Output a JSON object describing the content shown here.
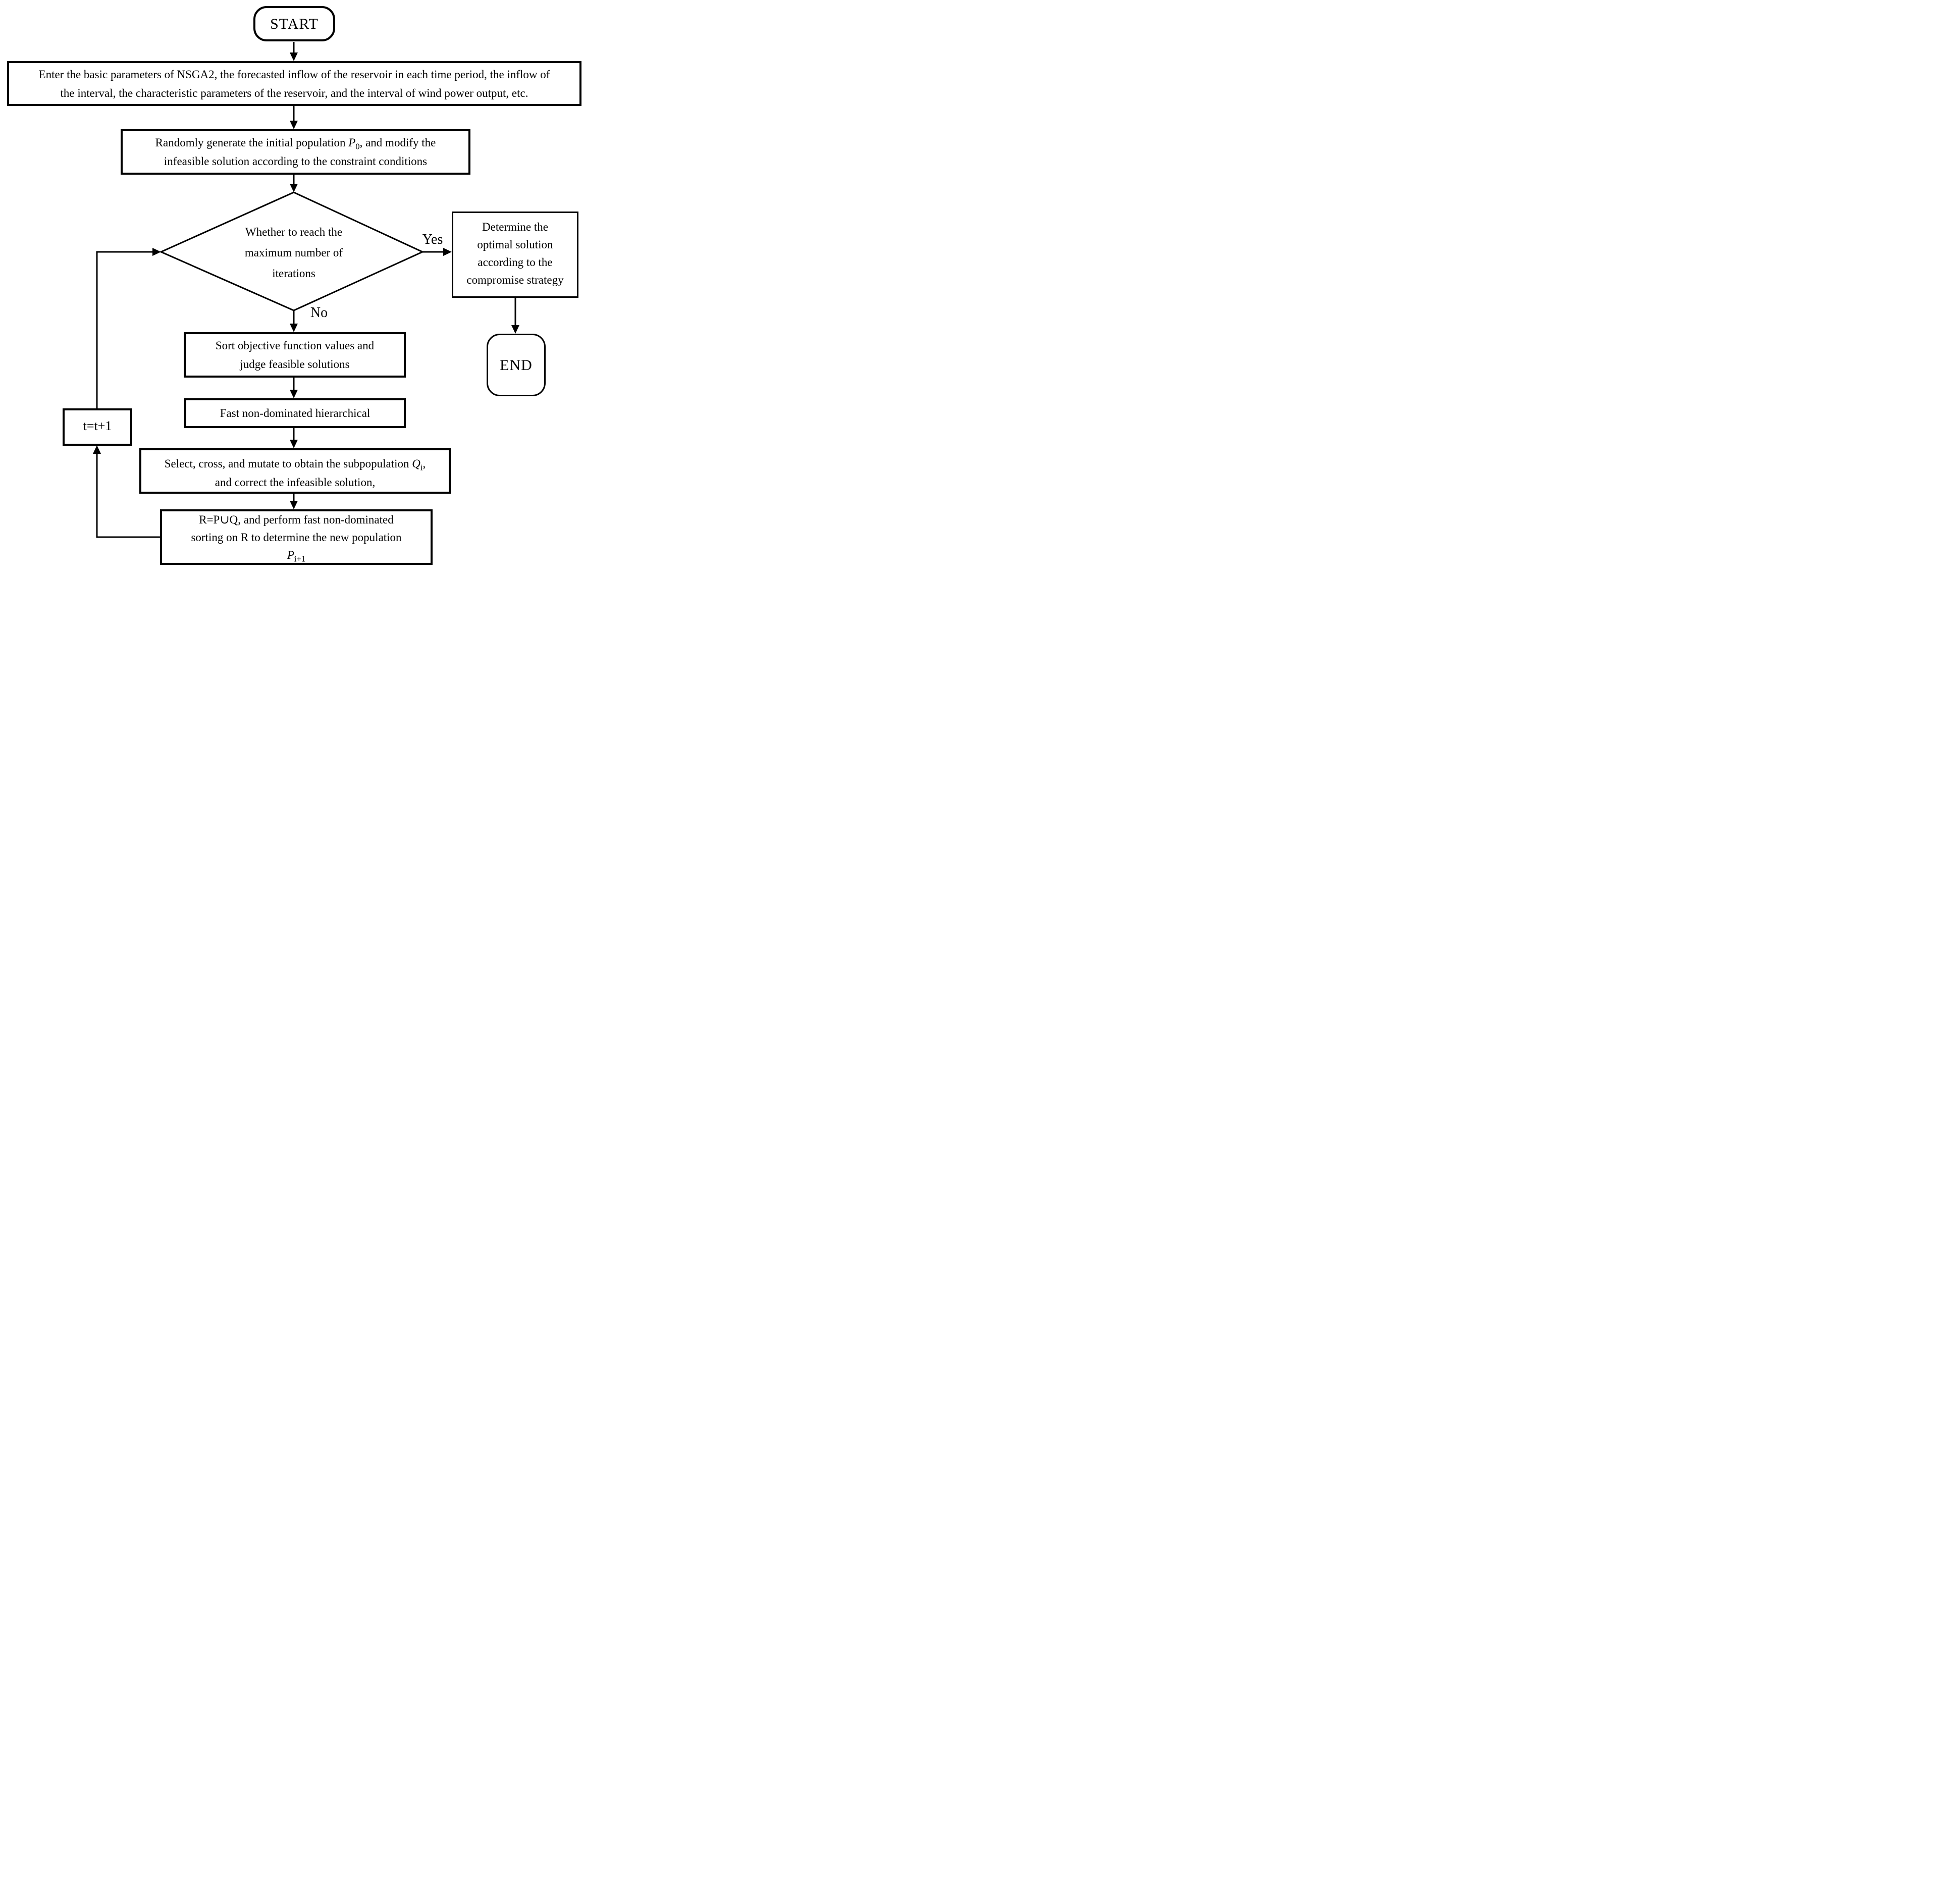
{
  "colors": {
    "line": "#000000",
    "background": "#ffffff",
    "text": "#000000"
  },
  "nodes": {
    "start": {
      "label": "START"
    },
    "input": {
      "line1": "Enter the basic parameters of NSGA2, the forecasted inflow of the reservoir in each time period, the inflow of",
      "line2": "the interval, the characteristic parameters of the reservoir, and the interval of wind power output, etc."
    },
    "init": {
      "pre": "Randomly generate the initial population ",
      "var": "P",
      "sub": "0",
      "post": ", and modify the",
      "line2": "infeasible solution according to the constraint conditions"
    },
    "decision": {
      "line1": "Whether to reach the",
      "line2": "maximum number of",
      "line3": "iterations"
    },
    "determine": {
      "line1": "Determine the",
      "line2": "optimal solution",
      "line3": "according to the",
      "line4": "compromise strategy"
    },
    "end": {
      "label": "END"
    },
    "sort": {
      "line1": "Sort objective function values and",
      "line2": "judge feasible solutions"
    },
    "fast": {
      "label": "Fast non-dominated hierarchical"
    },
    "select": {
      "pre": "Select, cross, and mutate to obtain the subpopulation ",
      "var": "Q",
      "sub": "i",
      "post": ",",
      "line2": "and correct the infeasible solution,"
    },
    "union": {
      "line1": "R=P∪Q, and perform fast non-dominated",
      "line2": "sorting on R to determine the new population",
      "var": "P",
      "sub": "i+1"
    },
    "increment": {
      "label": "t=t+1"
    }
  },
  "edges": {
    "yes_label": "Yes",
    "no_label": "No"
  }
}
